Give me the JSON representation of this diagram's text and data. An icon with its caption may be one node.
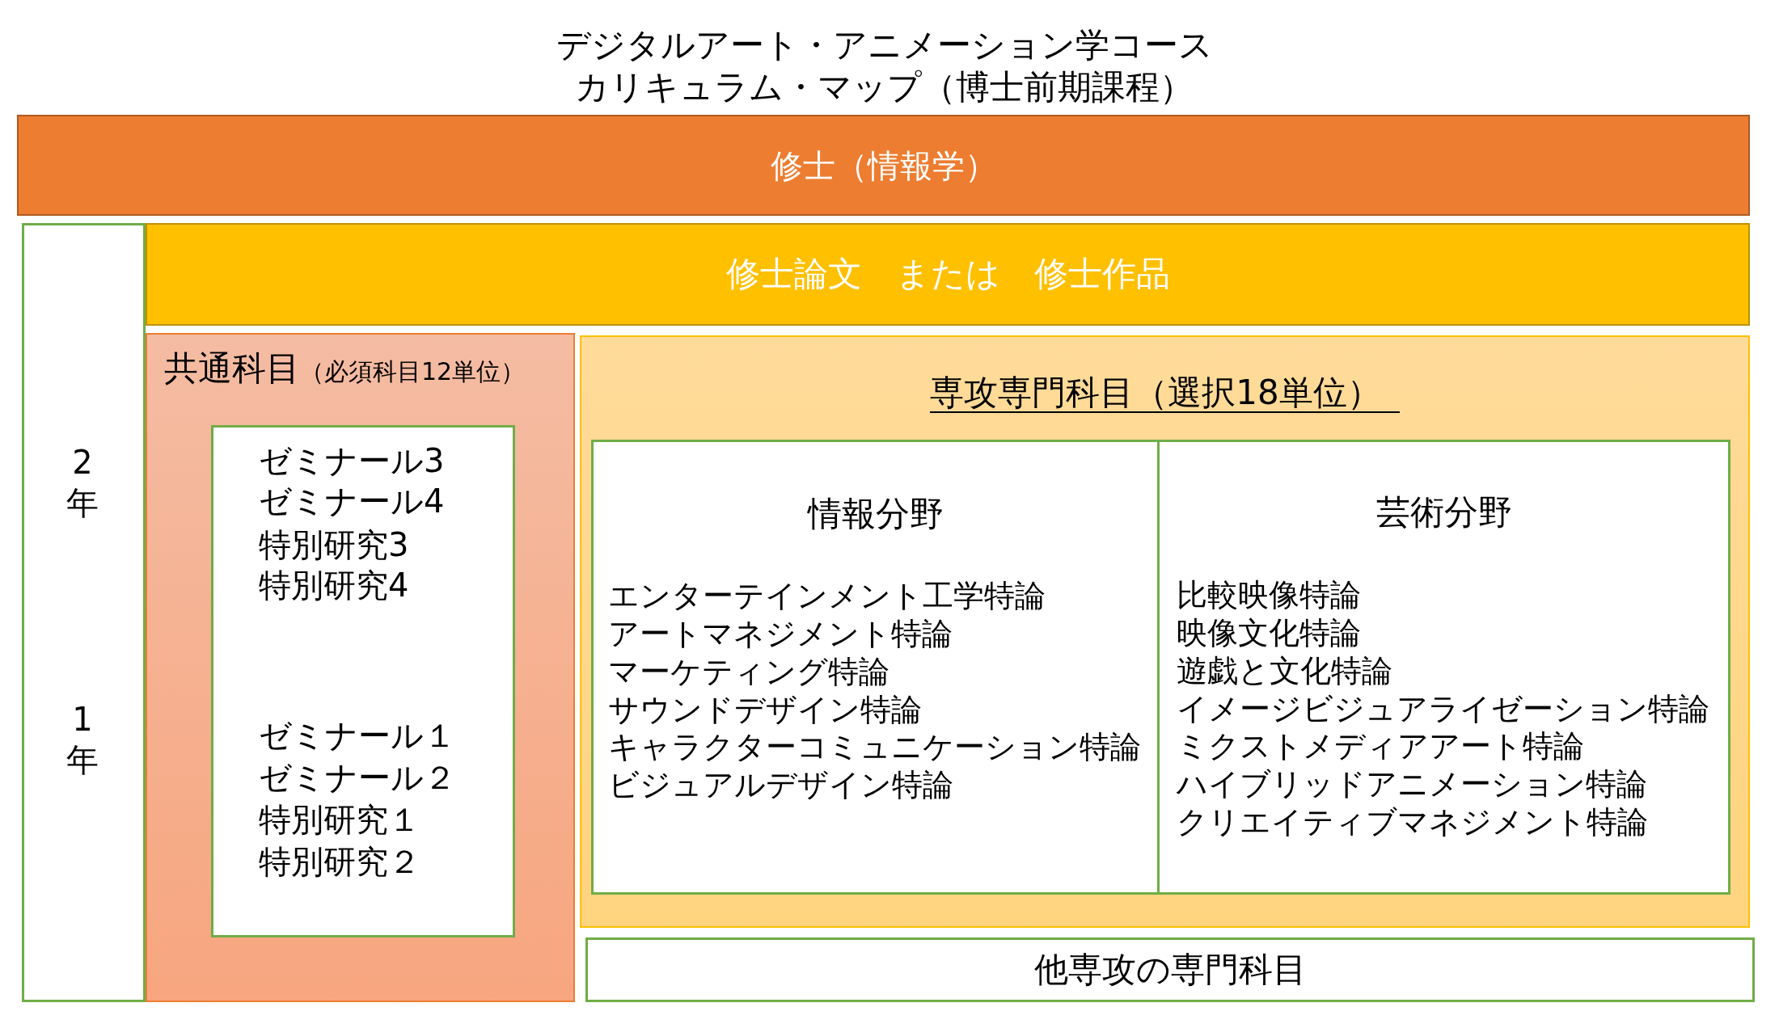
{
  "diagram": {
    "title": "デジタルアート・アニメーション学コースカリキュラム・マップ（博士前期課程）",
    "nodes": [
      {
        "text": [
          "修士（情報学）"
        ]
      },
      {
        "text": [
          "2年",
          "1年"
        ]
      },
      {
        "text": [
          "修士論文　または　修士作品"
        ]
      },
      {
        "text": [
          "共通科目",
          "（必須科目12単位）"
        ]
      },
      {
        "text": [
          "ゼミナール3",
          "ゼミナール4",
          "特別研究3",
          "特別研究4",
          "ゼミナール１",
          "ゼミナール２",
          "特別研究１",
          "特別研究２"
        ],
        "in": 3
      },
      {
        "text": [
          "専攻専門科目（選択18単位）"
        ]
      },
      {
        "text": [
          "情報分野",
          "エンターテインメント工学特論",
          "アートマネジメント特論",
          "マーケティング特論",
          "サウンドデザイン特論",
          "キャラクターコミュニケーション特論",
          "ビジュアルデザイン特論"
        ],
        "in": 5
      },
      {
        "text": [
          "芸術分野",
          "比較映像特論",
          "映像文化特論",
          "遊戯と文化特論",
          "イメージビジュアライゼーション特論",
          "ミクストメディアアート特論",
          "ハイブリッドアニメーション特論",
          "クリエイティブマネジメント特論"
        ],
        "in": 5
      },
      {
        "text": [
          "他専攻の専門科目"
        ]
      }
    ]
  }
}
